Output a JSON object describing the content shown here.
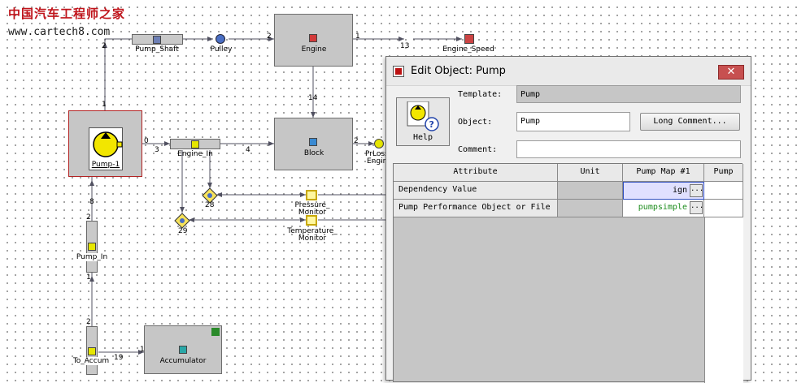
{
  "watermark": {
    "cn": "中国汽车工程师之家",
    "url": "www.cartech8.com"
  },
  "blocks": {
    "pump_shaft": "Pump_Shaft",
    "pulley": "Pulley",
    "engine": "Engine",
    "engine_speed": "Engine_Speed",
    "pump": "Pump-1",
    "engine_in": "Engine_In",
    "block": "Block",
    "prloss_top": "PrLoss",
    "prloss_bottom": "Engin",
    "pressure_monitor_1": "Pressure_",
    "pressure_monitor_2": "Monitor",
    "temperature_monitor_1": "Temperature_",
    "temperature_monitor_2": "Monitor",
    "pump_in": "Pump_In",
    "to_accum": "To_Accum",
    "accumulator": "Accumulator"
  },
  "wire_numbers": {
    "n2a": "2",
    "n1a": "1",
    "n2b": "2",
    "n1b": "1",
    "n13": "13",
    "n14": "14",
    "n0": "0",
    "n3": "3",
    "n4": "4",
    "n2c": "2",
    "n28": "28",
    "n29": "29",
    "n8": "8",
    "n2d": "2",
    "n1c": "1",
    "n19": "19",
    "n2e": "2",
    "n1d": "1"
  },
  "dialog": {
    "title": "Edit Object: Pump",
    "close": "✕",
    "help_label": "Help",
    "template_label": "Template:",
    "template_value": "Pump",
    "object_label": "Object:",
    "object_value": "Pump",
    "comment_label": "Comment:",
    "comment_value": "",
    "long_comment_button": "Long Comment...",
    "grid": {
      "headers": [
        "Attribute",
        "Unit",
        "Pump Map #1",
        "Pump"
      ],
      "rows": [
        {
          "attribute": "Dependency Value",
          "unit": "",
          "value": "ign",
          "value2": ""
        },
        {
          "attribute": "Pump Performance Object or File",
          "unit": "",
          "value": "pumpsimple",
          "value2": ""
        }
      ],
      "more_button": "..."
    }
  },
  "colors": {
    "selection_border": "#b22222",
    "value_text": "#1c8c1c",
    "block_gray": "#c6c6c6",
    "wire": "#3a3a7a"
  }
}
